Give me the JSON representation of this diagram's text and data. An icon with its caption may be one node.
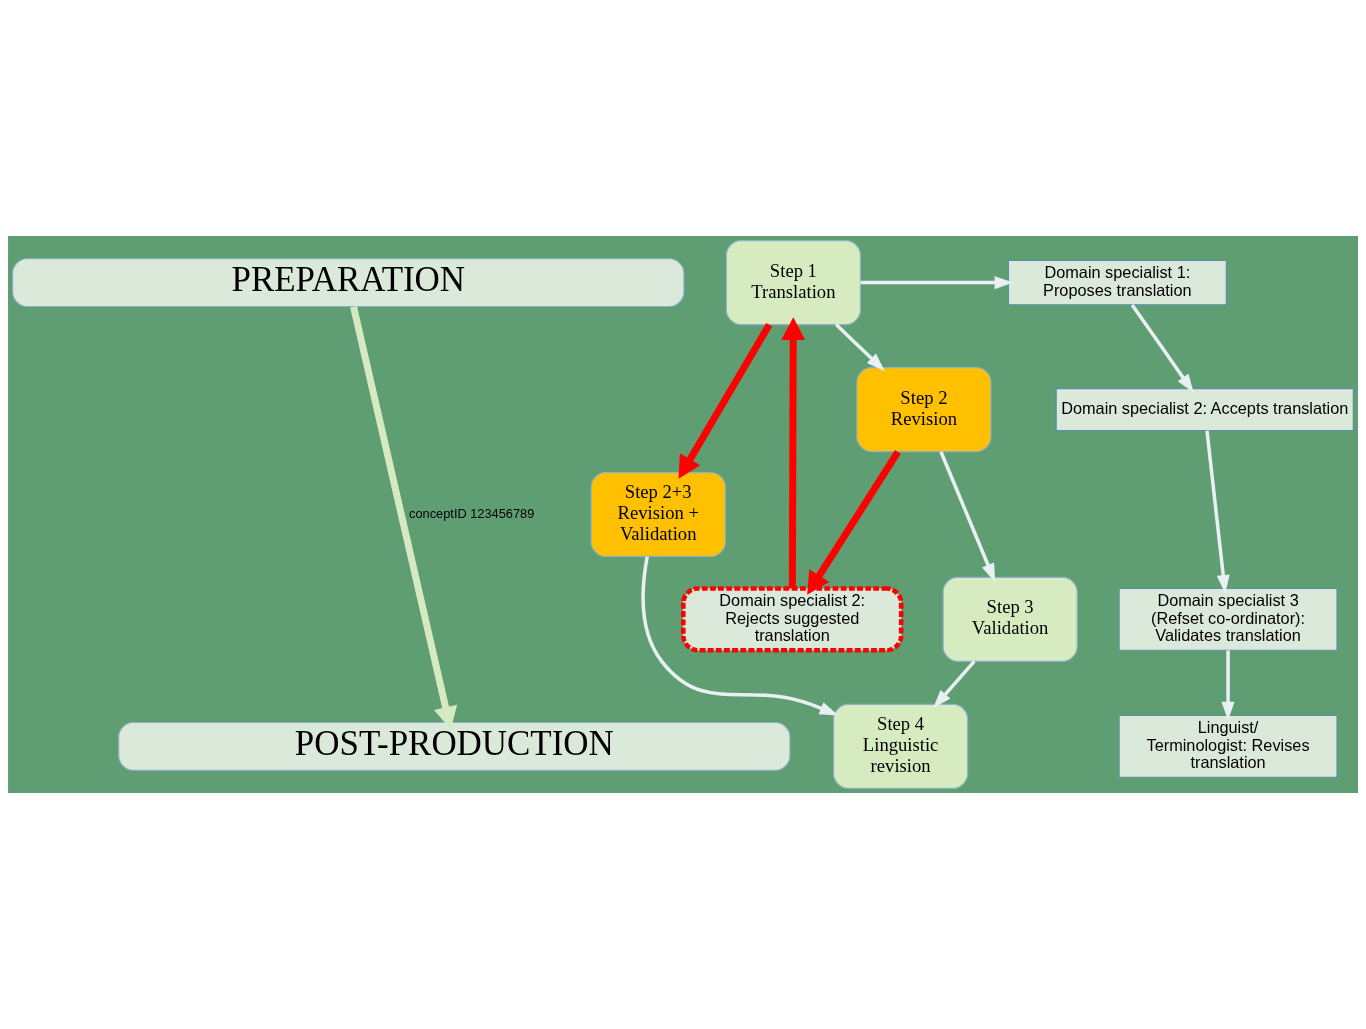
{
  "diagram": {
    "nodes": [
      {
        "text": [
          "PREPARATION"
        ]
      },
      {
        "text": [
          "Step 1 Translation"
        ]
      },
      {
        "text": [
          "Domain specialist 1: Proposes translation"
        ]
      },
      {
        "text": [
          "Step 2 Revision"
        ]
      },
      {
        "text": [
          "Domain specialist 2: Accepts translation"
        ]
      },
      {
        "text": [
          "Step 3 Validation"
        ]
      },
      {
        "text": [
          "Domain specialist 3 (Refset co-ordinator): Validates translation"
        ]
      },
      {
        "text": [
          "Step 4 Linguistic revision"
        ]
      },
      {
        "text": [
          "Linguist/ Terminologist: Revises translation"
        ]
      },
      {
        "text": [
          "Domain specialist 2: Rejects suggested translation"
        ]
      },
      {
        "text": [
          "Step 2+3 Revision + Validation"
        ]
      },
      {
        "text": [
          "POST-PRODUCTION"
        ]
      }
    ],
    "edges": [
      {
        "from": 0,
        "to": 11,
        "arrow": "to",
        "style": "thick",
        "color": "#d5eac3",
        "label": "conceptID 123456789"
      },
      {
        "from": 1,
        "to": 2,
        "arrow": "to"
      },
      {
        "from": 1,
        "to": 3,
        "arrow": "to"
      },
      {
        "from": 2,
        "to": 4,
        "arrow": "to"
      },
      {
        "from": 3,
        "to": 9,
        "arrow": "to",
        "style": "thick",
        "color": "#ff0000"
      },
      {
        "from": 9,
        "to": 1,
        "arrow": "to",
        "style": "thick",
        "color": "#ff0000"
      },
      {
        "from": 1,
        "to": 10,
        "arrow": "to",
        "style": "thick",
        "color": "#ff0000"
      },
      {
        "from": 3,
        "to": 5,
        "arrow": "to"
      },
      {
        "from": 4,
        "to": 6,
        "arrow": "to"
      },
      {
        "from": 5,
        "to": 7,
        "arrow": "to"
      },
      {
        "from": 6,
        "to": 8,
        "arrow": "to"
      },
      {
        "from": 10,
        "to": 7,
        "arrow": "to"
      }
    ]
  }
}
